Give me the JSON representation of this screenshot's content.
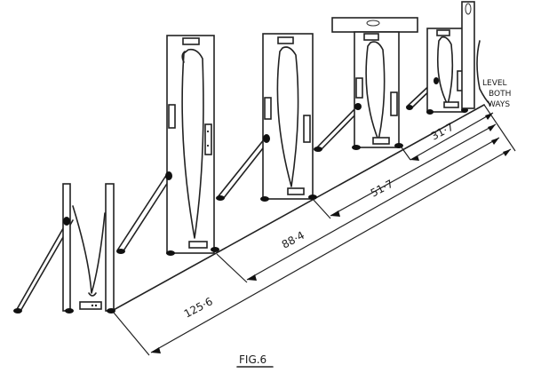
{
  "dimensions": {
    "d1": "31·7",
    "d2": "51·7",
    "d3": "88·4",
    "d4": "125·6"
  },
  "note": {
    "line1": "LEVEL",
    "line2": "BOTH",
    "line3": "WAYS"
  },
  "caption": "FIG.6"
}
